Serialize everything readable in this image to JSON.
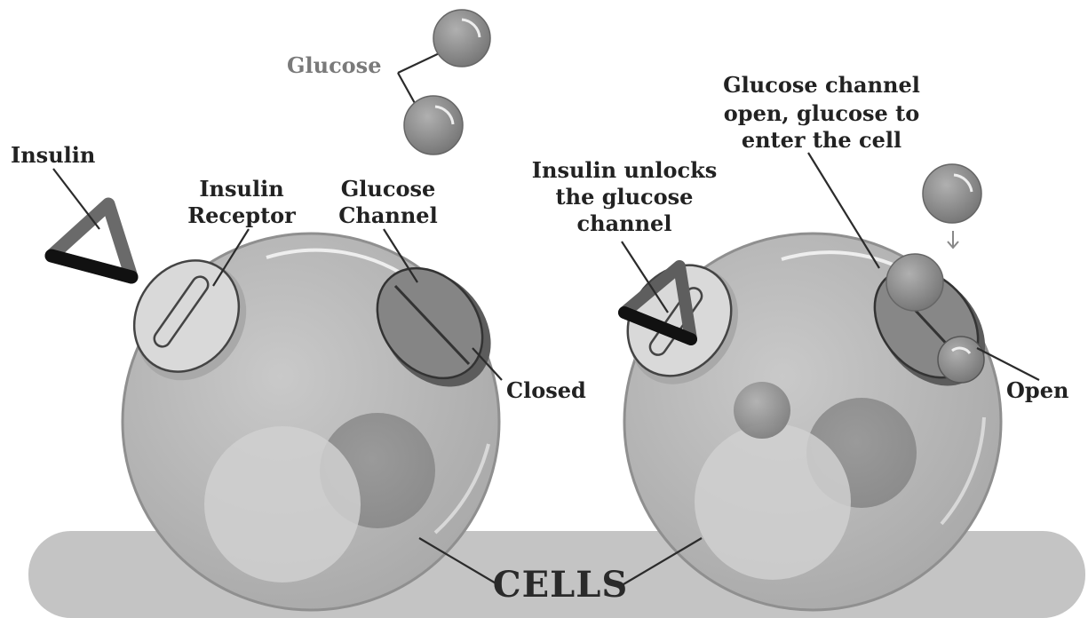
{
  "labels": {
    "glucose": "Glucose",
    "insulin": "Insulin",
    "insulin_receptor_line1": "Insulin",
    "insulin_receptor_line2": "Receptor",
    "glucose_channel_line1": "Glucose",
    "glucose_channel_line2": "Channel",
    "closed": "Closed",
    "insulin_unlocks_line1": "Insulin unlocks",
    "insulin_unlocks_line2": "the glucose",
    "insulin_unlocks_line3": "channel",
    "channel_open_line1": "Glucose channel",
    "channel_open_line2": "open, glucose to",
    "channel_open_line3": "enter the cell",
    "open": "Open",
    "cells": "CELLS"
  },
  "colors": {
    "ground": "#c4c4c4",
    "cell": "#b7b7b7",
    "glucose": "#8f8f8f",
    "channel": "#7f7f7f",
    "insulin_dark": "#1a1a1a",
    "insulin_mid": "#6a6a6a",
    "text": "#222222"
  }
}
